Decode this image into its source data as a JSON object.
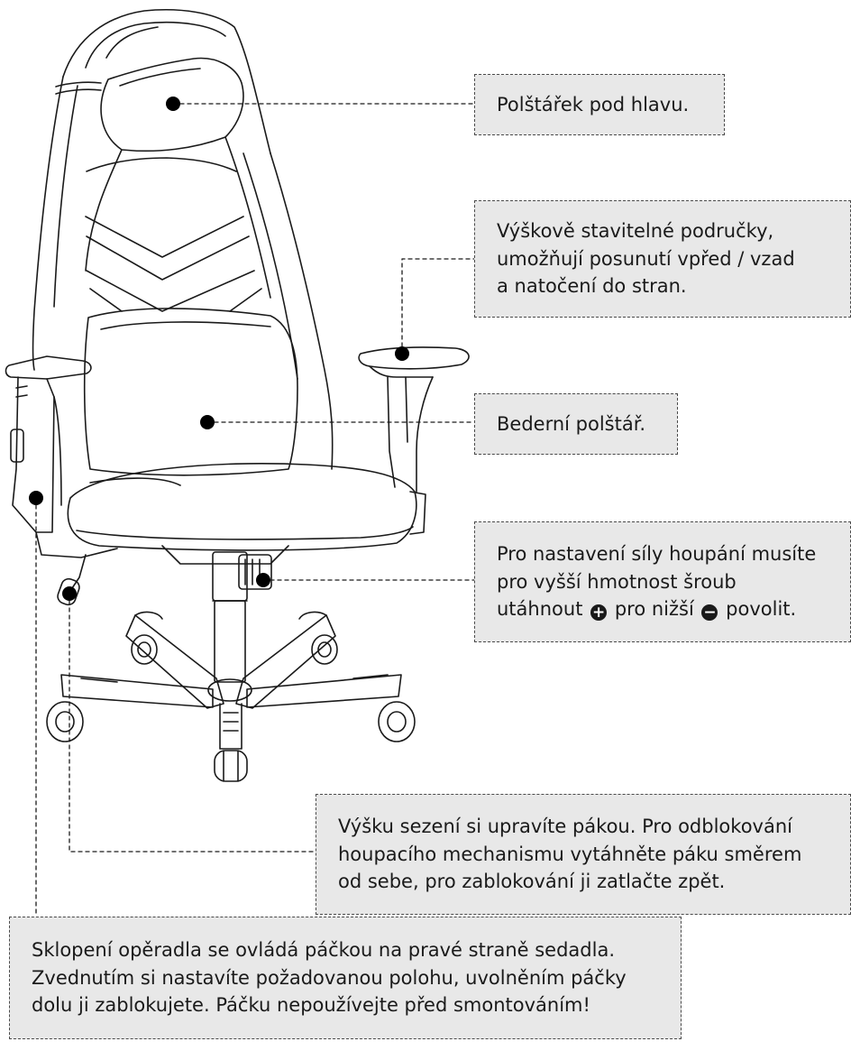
{
  "callouts": {
    "headrest": "Polštářek pod hlavu.",
    "armrest": {
      "line1": "Výškově stavitelné područky,",
      "line2": "umožňují posunutí vpřed / vzad",
      "line3": "a natočení do stran."
    },
    "lumbar": "Bederní polštář.",
    "tilt": {
      "line1": "Pro nastavení síly houpání musíte",
      "line2": "pro vyšší hmotnost šroub",
      "line3_before": "utáhnout",
      "line3_middle": "pro nižší",
      "line3_after": "povolit."
    },
    "seat_height": {
      "line1": "Výšku sezení si upravíte pákou. Pro odblokování",
      "line2": "houpacího mechanismu vytáhněte páku směrem",
      "line3": "od sebe, pro zablokování ji zatlačte zpět."
    },
    "backrest": {
      "line1": "Sklopení opěradla se ovládá páčkou na pravé straně sedadla.",
      "line2": "Zvednutím si nastavíte požadovanou polohu, uvolněním páčky",
      "line3": "dolu ji zablokujete. Páčku nepoužívejte před smontováním!"
    }
  },
  "icons": {
    "tighten": "plus-circle-icon",
    "loosen": "minus-circle-icon",
    "marker": "dot-marker-icon"
  },
  "colors": {
    "callout_bg": "#e8e8e8",
    "line": "#1a1a1a",
    "text": "#1a1a1a"
  }
}
